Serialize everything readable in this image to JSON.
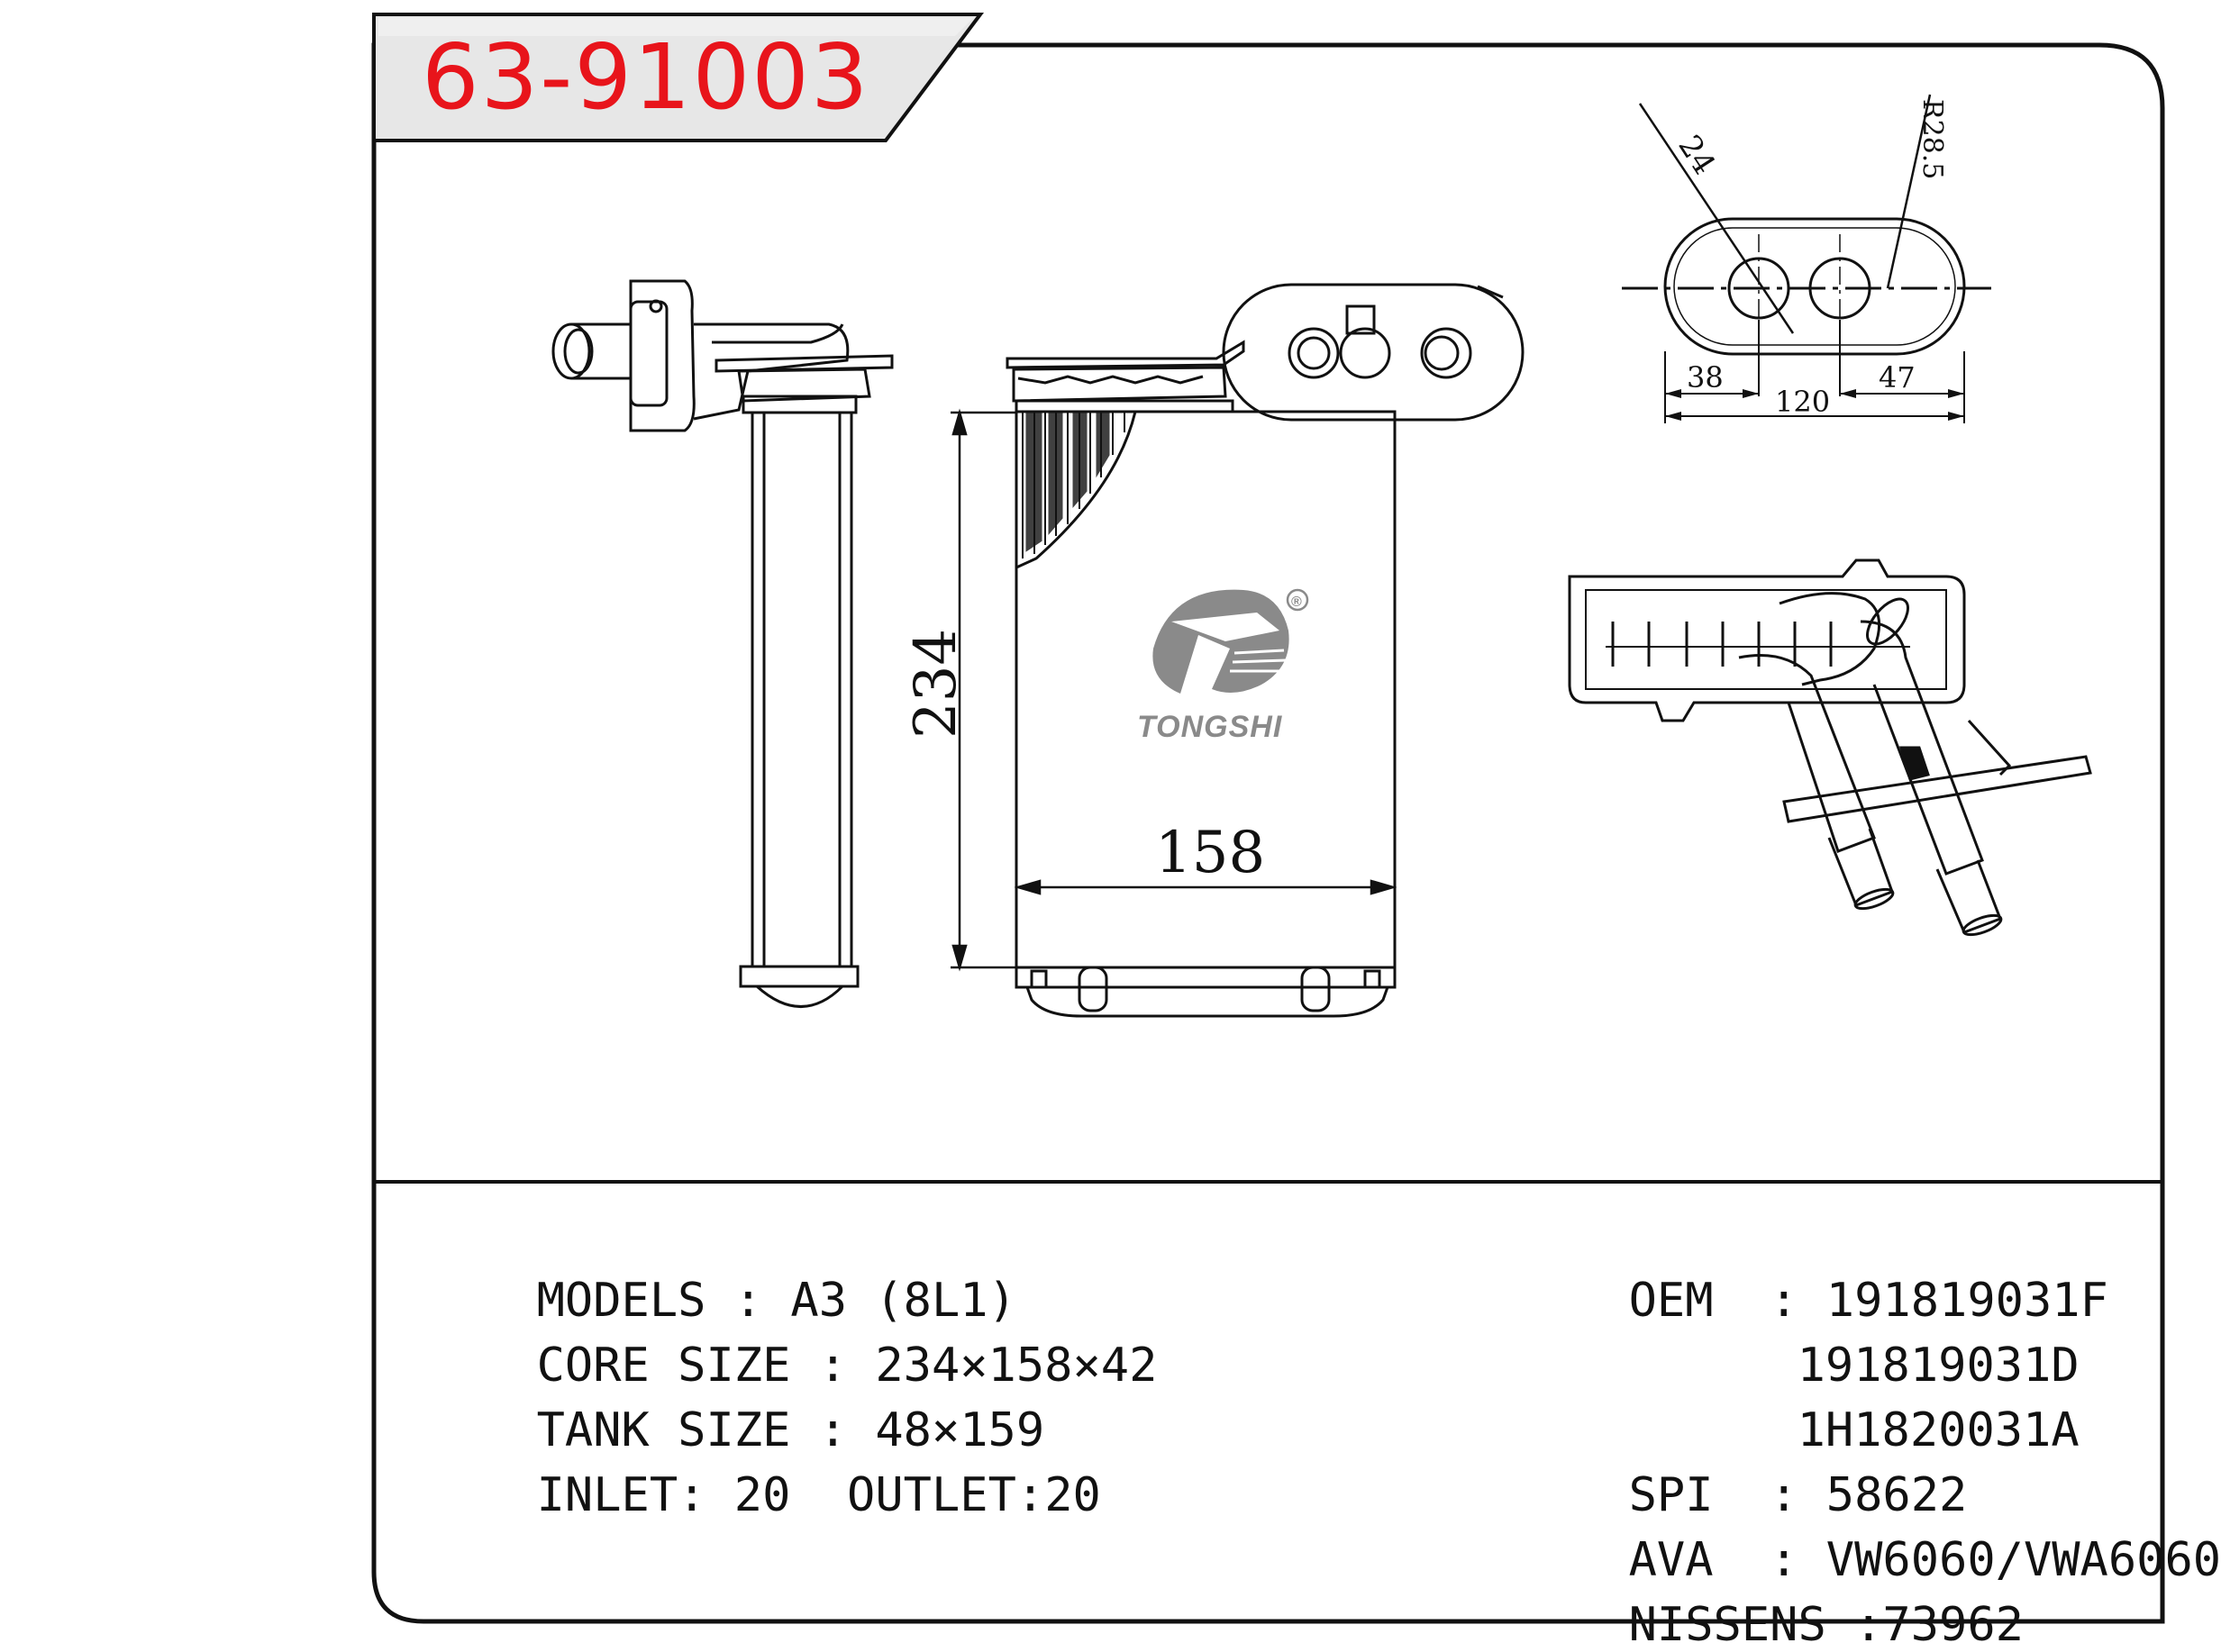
{
  "title": "63-91003",
  "colors": {
    "title_red": "#e8141b",
    "line": "#111111",
    "logo_gray": "#8a8a8a"
  },
  "brand": {
    "name": "TONGSHI",
    "registered": "®"
  },
  "dimensions": {
    "height": "234",
    "width": "158",
    "tank_hole_dia": "24",
    "tank_radius": "R28.5",
    "tank_left": "38",
    "tank_total": "120",
    "tank_right": "47"
  },
  "specs": {
    "models": {
      "label": "MODELS",
      "sep": ":",
      "value": "A3 (8L1)"
    },
    "core_size": {
      "label": "CORE SIZE",
      "sep": ":",
      "value": "234×158×42"
    },
    "tank_size": {
      "label": "TANK SIZE",
      "sep": ":",
      "value": "48×159"
    },
    "inlet": {
      "label": "INLET:",
      "value": "20"
    },
    "outlet": {
      "label": "OUTLET:",
      "value": "20"
    }
  },
  "oem": {
    "label": "OEM",
    "sep": ":",
    "values": [
      "191819031F",
      "191819031D",
      "1H1820031A"
    ]
  },
  "spi": {
    "label": "SPI",
    "sep": ":",
    "value": "58622"
  },
  "ava": {
    "label": "AVA",
    "sep": ":",
    "value": "VW6060/VWA6060"
  },
  "nissens": {
    "label": "NISSENS",
    "sep": ":",
    "value": "73962"
  }
}
